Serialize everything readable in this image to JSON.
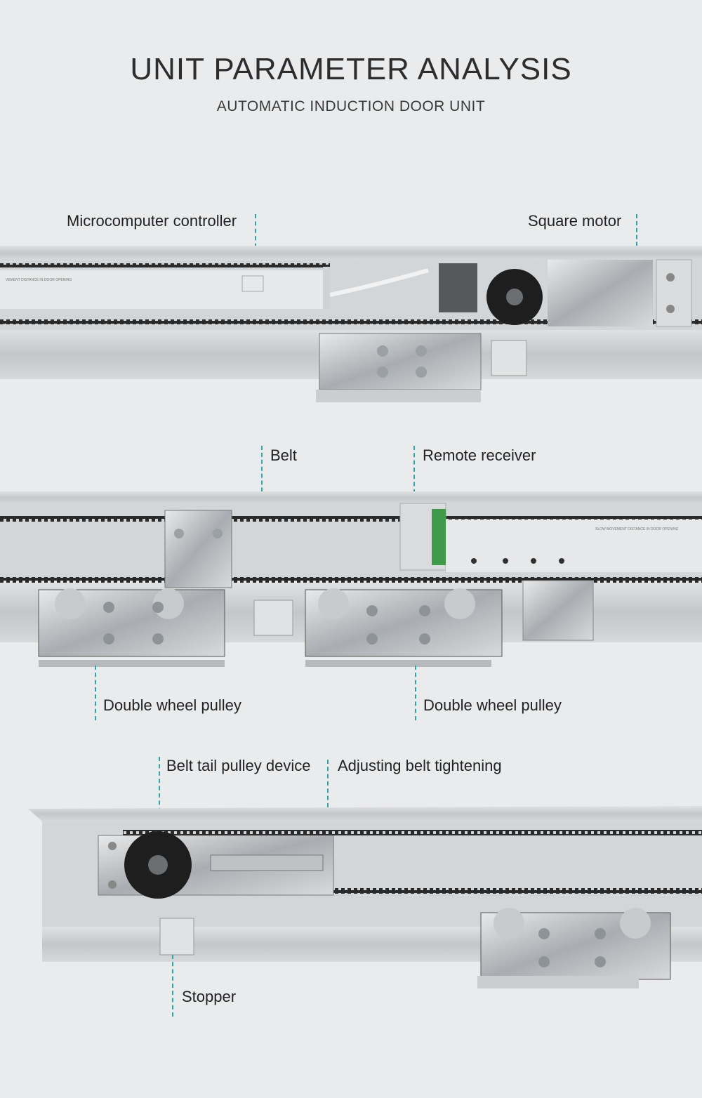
{
  "header": {
    "title": "UNIT PARAMETER ANALYSIS",
    "subtitle": "AUTOMATIC INDUCTION DOOR UNIT"
  },
  "labels": {
    "microcomputer_controller": "Microcomputer controller",
    "square_motor": "Square motor",
    "belt": "Belt",
    "remote_receiver": "Remote receiver",
    "double_wheel_pulley_left": "Double wheel pulley",
    "double_wheel_pulley_right": "Double wheel pulley",
    "belt_tail_pulley_device": "Belt tail pulley device",
    "adjusting_belt_tightening": "Adjusting belt tightening",
    "stopper": "Stopper"
  },
  "colors": {
    "background": "#eaebec",
    "leader_line": "#2fa5a8",
    "aluminum": "#c9ccce",
    "belt": "#2a2a2a"
  }
}
